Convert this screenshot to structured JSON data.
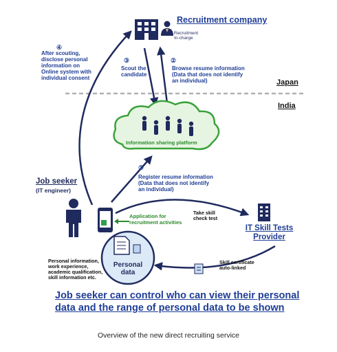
{
  "recruitment_company": {
    "title": "Recruitment company",
    "incharge_label": "Recruitment\nIn-charge"
  },
  "regions": {
    "japan": "Japan",
    "india": "India"
  },
  "steps": {
    "s1": {
      "number": "①",
      "text": "Register resume information\n(Data that does not identify\nan individual)"
    },
    "s2": {
      "number": "②",
      "text": "Browse resume information\n(Data that does not identify\nan individual)"
    },
    "s3": {
      "number": "③",
      "text": "Scout the\ncandidate"
    },
    "s4": {
      "number": "④",
      "text": "After scouting,\ndisclose personal\ninformation on\nOnline system with\nindividual consent"
    }
  },
  "platform": {
    "label": "Information sharing platform"
  },
  "job_seeker": {
    "title": "Job seeker",
    "subtitle": "(IT engineer)"
  },
  "application_label": "Application for\nrecruitment activities",
  "skill_test": {
    "arrow_label": "Take skill\ncheck test",
    "provider": "IT Skill Tests\nProvider",
    "certificate": "Skill certificate\nauto-linked"
  },
  "personal_data": {
    "label": "Personal\ndata",
    "description": "Personal information,\nwork experience,\nacademic qualification,\nskill information etc."
  },
  "headline": "Job seeker can control who can view their personal\ndata and the range of personal data to be shown",
  "caption": "Overview of the new direct recruiting service",
  "colors": {
    "navy": "#1f2a5e",
    "accent_blue": "#1f3e96",
    "platform_green": "#3aa23a",
    "cloud_fill": "#e6f5e2",
    "personal_data_fill": "#dce9f7",
    "phone_screen": "#2f9e4c"
  }
}
